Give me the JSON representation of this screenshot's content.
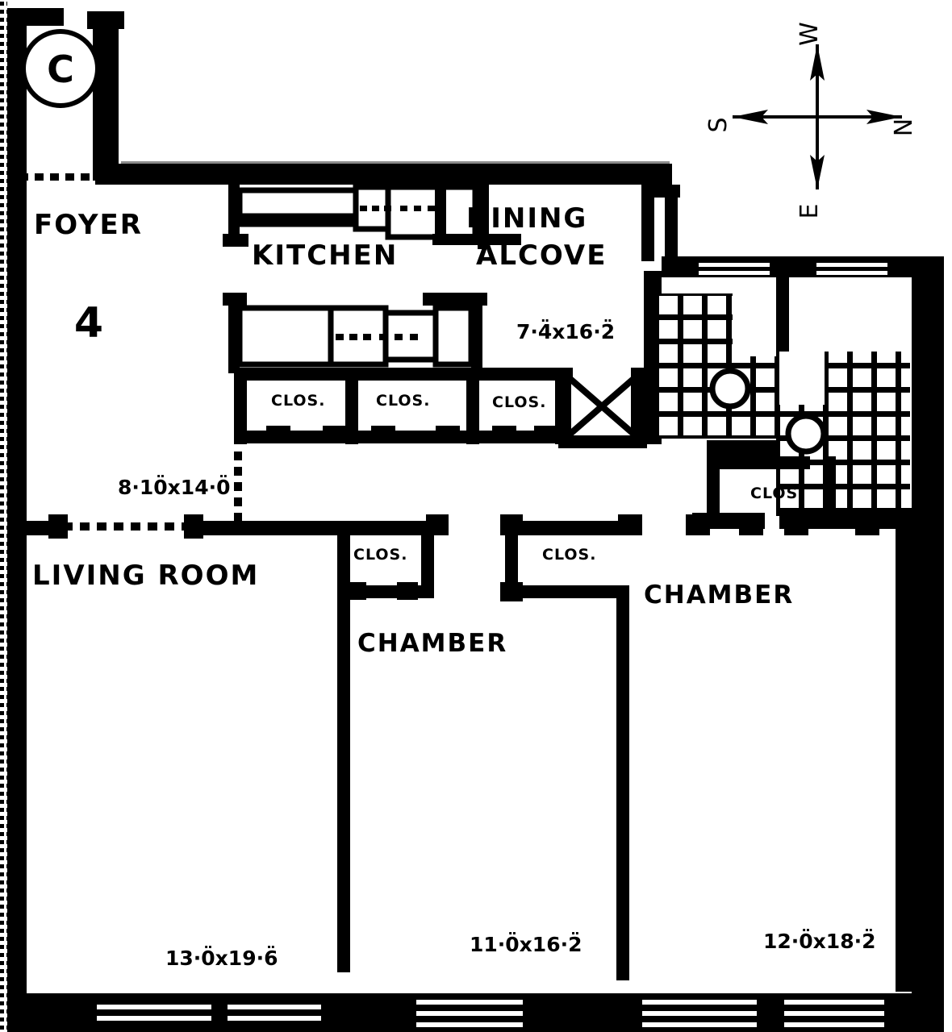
{
  "plan": {
    "letter": "C",
    "apartment_number": "4"
  },
  "compass": {
    "top": "W",
    "left": "S",
    "right": "N",
    "bottom": "E"
  },
  "rooms": [
    {
      "id": "foyer",
      "label": "FOYER",
      "dimension": "8·10̈x14·0̈"
    },
    {
      "id": "kitchen",
      "label": "KITCHEN",
      "dimension": ""
    },
    {
      "id": "dining1",
      "label": "DINING",
      "dimension": ""
    },
    {
      "id": "dining2",
      "label": "ALCOVE",
      "dimension": "7·4̈x16·2̈"
    },
    {
      "id": "living",
      "label": "LIVING ROOM",
      "dimension": "13·0̈x19·6̈"
    },
    {
      "id": "chamber_mid",
      "label": "CHAMBER",
      "dimension": "11·0̈x16·2̈"
    },
    {
      "id": "chamber_rt",
      "label": "CHAMBER",
      "dimension": "12·0̈x18·2̈"
    }
  ],
  "labels": {
    "foyer": "FOYER",
    "kitchen": "KITCHEN",
    "dining_line1": "DINING",
    "dining_line2": "ALCOVE",
    "living_room": "LIVING ROOM",
    "chamber_middle": "CHAMBER",
    "chamber_right": "CHAMBER",
    "closet": "CLOS."
  },
  "dimensions": {
    "foyer": "8·10̈x14·0̈",
    "dining_alcove": "7·4̈x16·2̈",
    "living_room": "13·0̈x19·6̈",
    "chamber_middle": "11·0̈x16·2̈",
    "chamber_right": "12·0̈x18·2̈"
  },
  "closets": [
    {
      "id": "clos-1",
      "label": "CLOS."
    },
    {
      "id": "clos-2",
      "label": "CLOS."
    },
    {
      "id": "clos-3",
      "label": "CLOS."
    },
    {
      "id": "clos-4",
      "label": "CLOS."
    },
    {
      "id": "clos-5",
      "label": "CLOS."
    },
    {
      "id": "clos-6",
      "label": "CLOS."
    }
  ],
  "colors": {
    "ink": "#000000",
    "paper": "#ffffff"
  }
}
